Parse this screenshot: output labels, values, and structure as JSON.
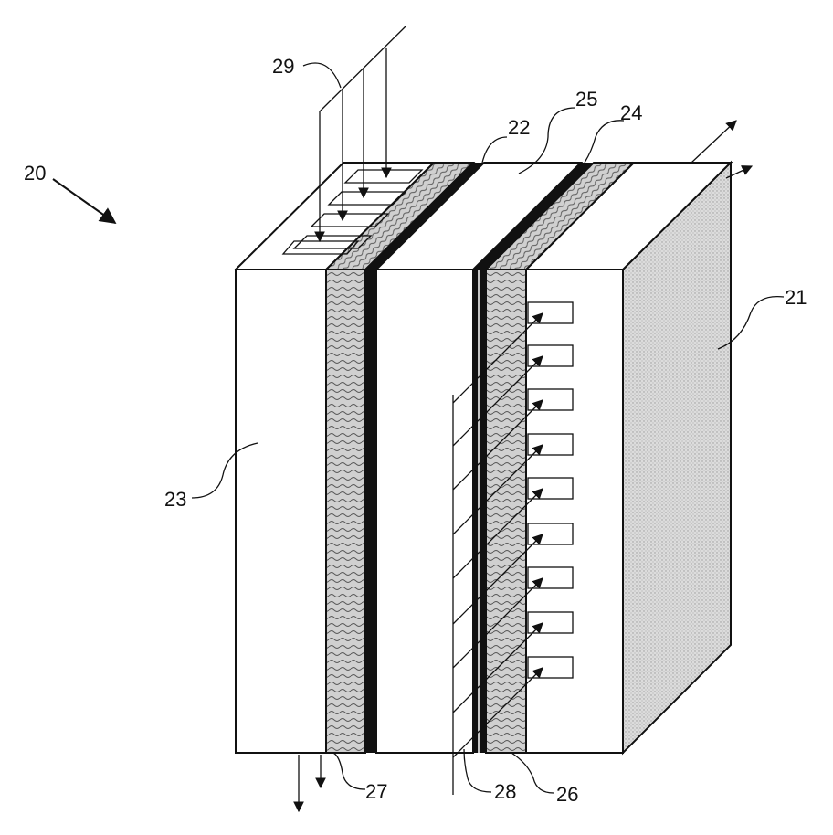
{
  "figure": {
    "labels": {
      "assembly": "20",
      "cathode_plate": "21",
      "membrane": "22",
      "anode_plate": "23",
      "cathode_diffusion_layer": "24",
      "catalyst_layer": "25",
      "cathode_channels": "26",
      "anode_diffusion_layer": "27",
      "coolant_flow": "28",
      "anode_channels": "29"
    },
    "colors": {
      "line": "#111111",
      "background": "#ffffff",
      "plate_face": "#ffffff",
      "stipple": "#d8d8d8",
      "wavy_fill": "#c8c8c8",
      "dark_layer": "#111111"
    },
    "icons": {
      "flow_arrow": "arrowhead-icon",
      "pointer": "direction-arrow-icon"
    }
  }
}
